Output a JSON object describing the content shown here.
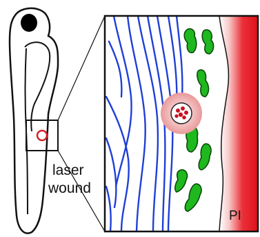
{
  "labels": {
    "wound_line1": "laser",
    "wound_line2": "wound",
    "pi": "PI"
  },
  "colors": {
    "outline": "#111111",
    "fibers": "#1f3fd6",
    "cells_fill": "#1fb81f",
    "cells_stroke": "#0a4a0a",
    "pi_gradient_light": "#f6b4b4",
    "pi_gradient_dark": "#e0101c",
    "wound_ring": "#e8a0a0",
    "wound_marker": "#d4202a",
    "eye": "#000000"
  },
  "icons": {
    "larva": "zebrafish-larva-outline",
    "wound_marker": "red-circle",
    "cells": "green-elongated-cells",
    "fibers": "blue-fiber-lines"
  }
}
